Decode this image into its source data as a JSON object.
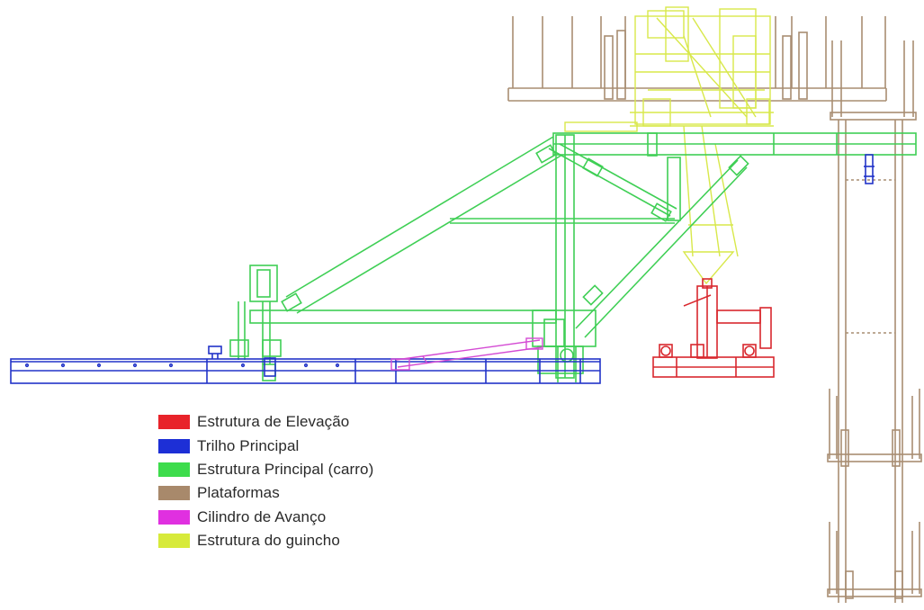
{
  "legend": [
    {
      "label": "Estrutura de Elevação",
      "color": "#e8232a"
    },
    {
      "label": "Trilho Principal",
      "color": "#1d2fd6"
    },
    {
      "label": "Estrutura Principal (carro)",
      "color": "#3ddc4c"
    },
    {
      "label": "Plataformas",
      "color": "#a8896b"
    },
    {
      "label": "Cilindro de Avanço",
      "color": "#e030e0"
    },
    {
      "label": "Estrutura do guincho",
      "color": "#d7ea3a"
    }
  ],
  "colors": {
    "elevation": "#d9282e",
    "rail": "#2233c8",
    "main": "#3fcf55",
    "platform": "#a88d72",
    "cylinder": "#d44bd4",
    "winch": "#d8e84a"
  }
}
